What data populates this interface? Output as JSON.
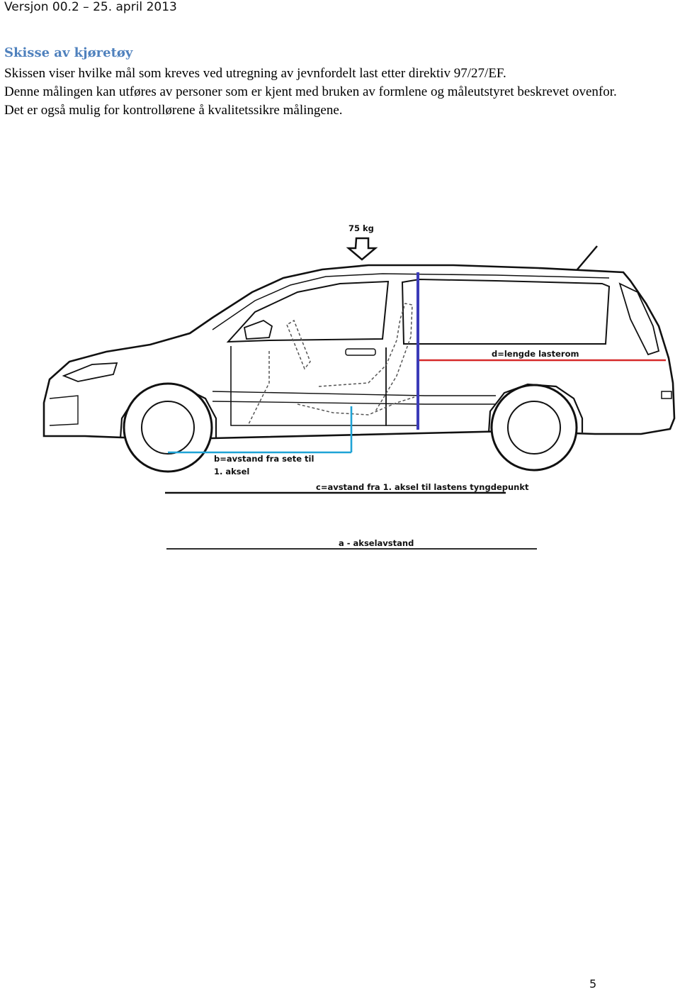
{
  "header": {
    "version_text": "Versjon 00.2 – 25. april 2013"
  },
  "section": {
    "title": "Skisse av kjøretøy"
  },
  "paragraphs": [
    "Skissen viser hvilke mål som kreves ved utregning av jevnfordelt last etter direktiv 97/27/EF.",
    "Denne målingen kan utføres av personer som er kjent med bruken av formlene og måleutstyret beskrevet ovenfor.",
    "Det er også mulig for kontrollørene å kvalitetssikre målingene."
  ],
  "figure": {
    "weight_label": "75 kg",
    "label_d": "d=lengde lasterom",
    "label_b_line1": "b=avstand fra sete til",
    "label_b_line2": "1. aksel",
    "label_c": "c=avstand fra 1. aksel til lastens tyngdepunkt",
    "label_a": "a - akselavstand",
    "colors": {
      "d_line": "#d62a2a",
      "b_line": "#1fa3d6",
      "c_line": "#3b3bb8",
      "outline": "#111111"
    }
  },
  "footer": {
    "page_number": "5"
  }
}
